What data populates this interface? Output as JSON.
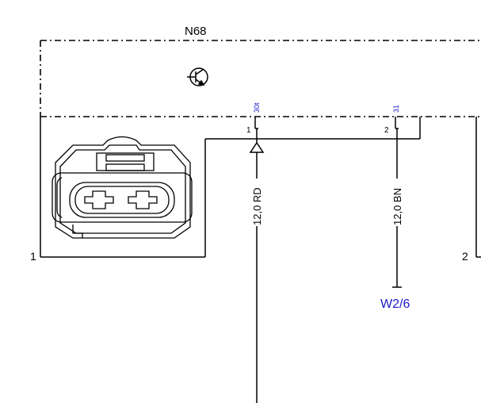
{
  "component": {
    "name": "N68",
    "pins": [
      {
        "number": "1",
        "terminal": "30t"
      },
      {
        "number": "2",
        "terminal": "31"
      }
    ]
  },
  "wires": [
    {
      "label": "12,0 RD",
      "color": "RD"
    },
    {
      "label": "12,0 BN",
      "color": "BN"
    }
  ],
  "reference": {
    "label": "W2/6"
  },
  "connector_pins": {
    "left": "1",
    "right": "2"
  },
  "colors": {
    "line": "#000000",
    "link": "#1a1acc"
  }
}
